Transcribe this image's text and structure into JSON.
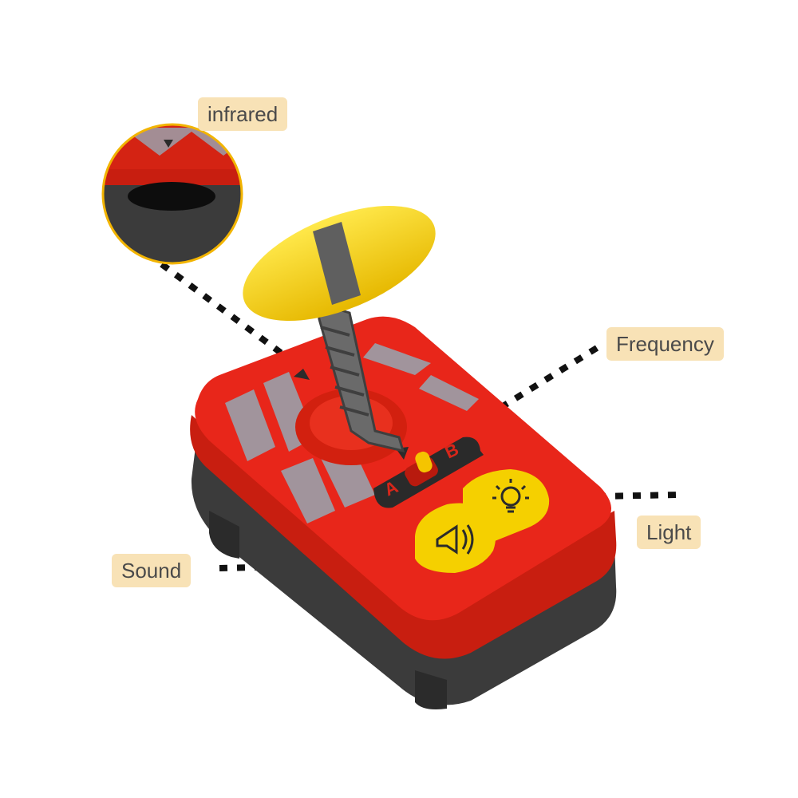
{
  "labels": {
    "infrared": "infrared",
    "frequency": "Frequency",
    "light": "Light",
    "sound": "Sound"
  },
  "switch_marks": {
    "a": "A",
    "b": "B"
  },
  "icons": {
    "sound_button": "horn-icon",
    "light_button": "lightbulb-icon"
  },
  "colors": {
    "body_red": "#e8261a",
    "base_gray": "#3b3b3b",
    "handle_yellow": "#f5d000",
    "label_bg": "#f8e2b6",
    "stripe_gray": "#9aa0ab"
  }
}
